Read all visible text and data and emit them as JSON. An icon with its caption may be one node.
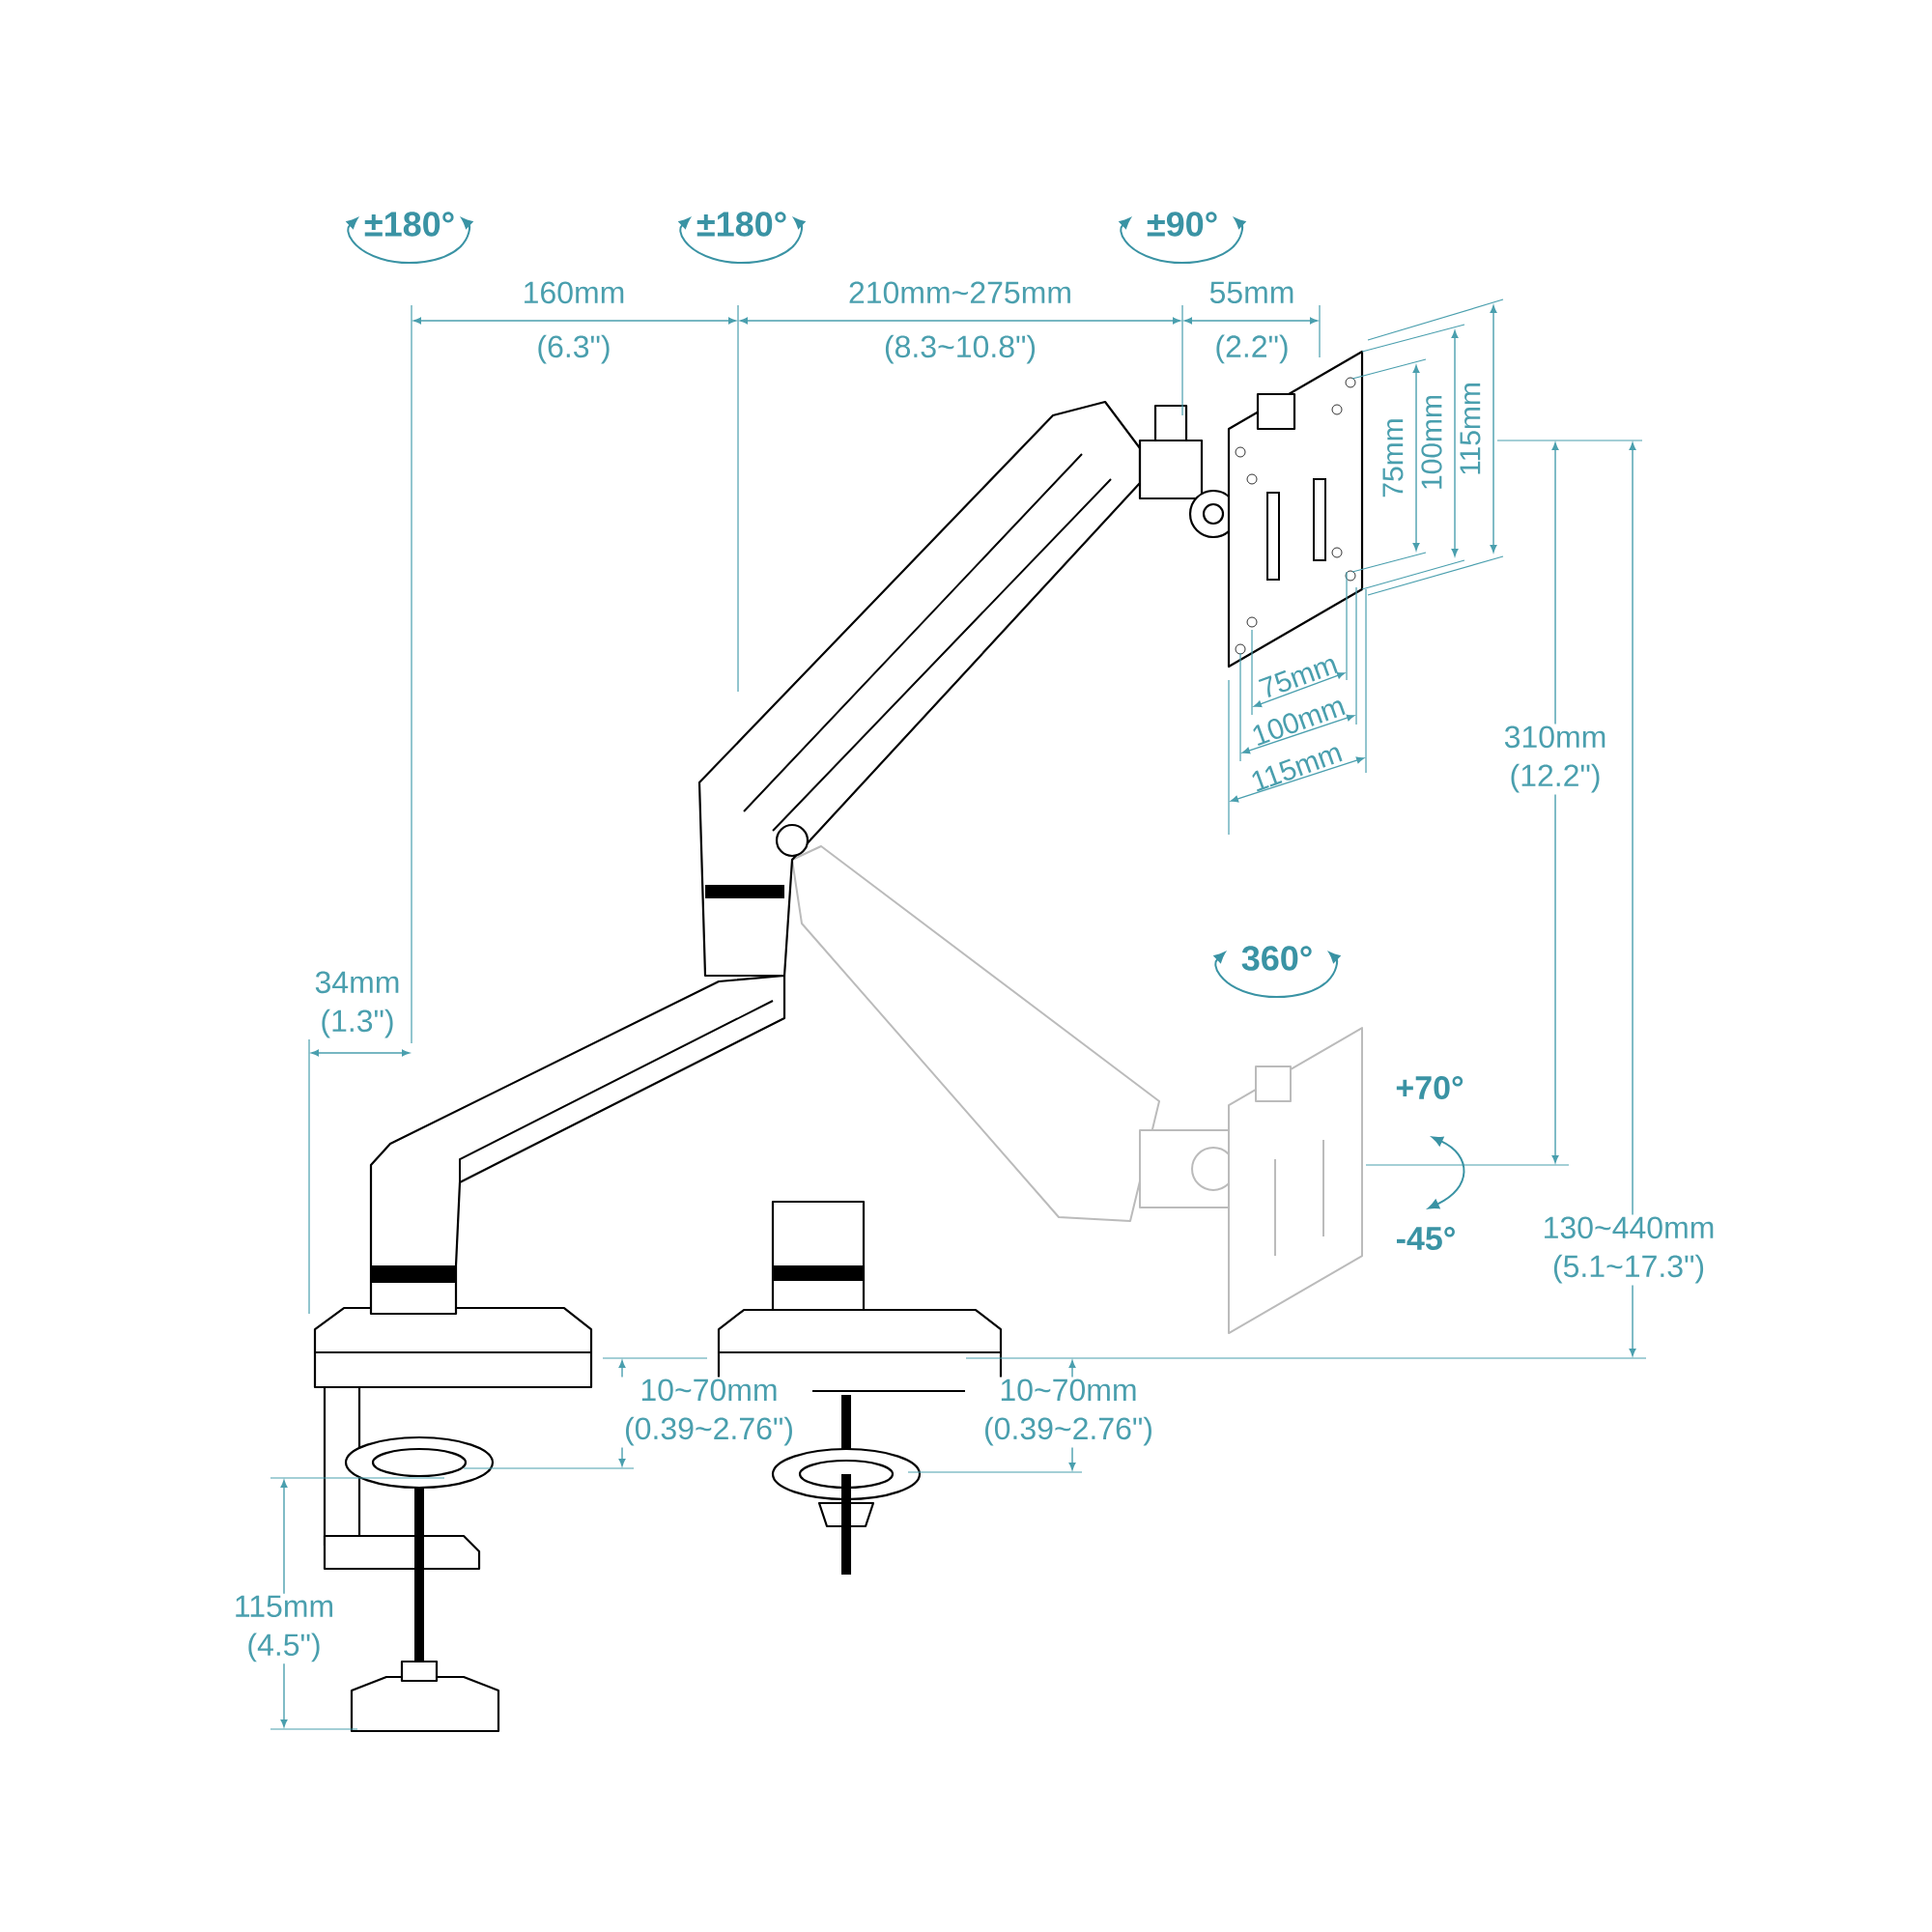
{
  "diagram": {
    "labels": [
      "±180°",
      "±180°",
      "±90°",
      "160mm (6.3\")",
      "210mm~275mm (8.3~10.8\")",
      "55mm (2.2\")",
      "75mm",
      "100mm",
      "115mm",
      "310mm (12.2\")",
      "75mm",
      "100mm",
      "115mm",
      "34mm (1.3\")",
      "360°",
      "+70°",
      "-45°",
      "130~440mm (5.1~17.3\")",
      "10~70mm (0.39~2.76\")",
      "10~70mm (0.39~2.76\")",
      "115mm (4.5\")"
    ]
  }
}
